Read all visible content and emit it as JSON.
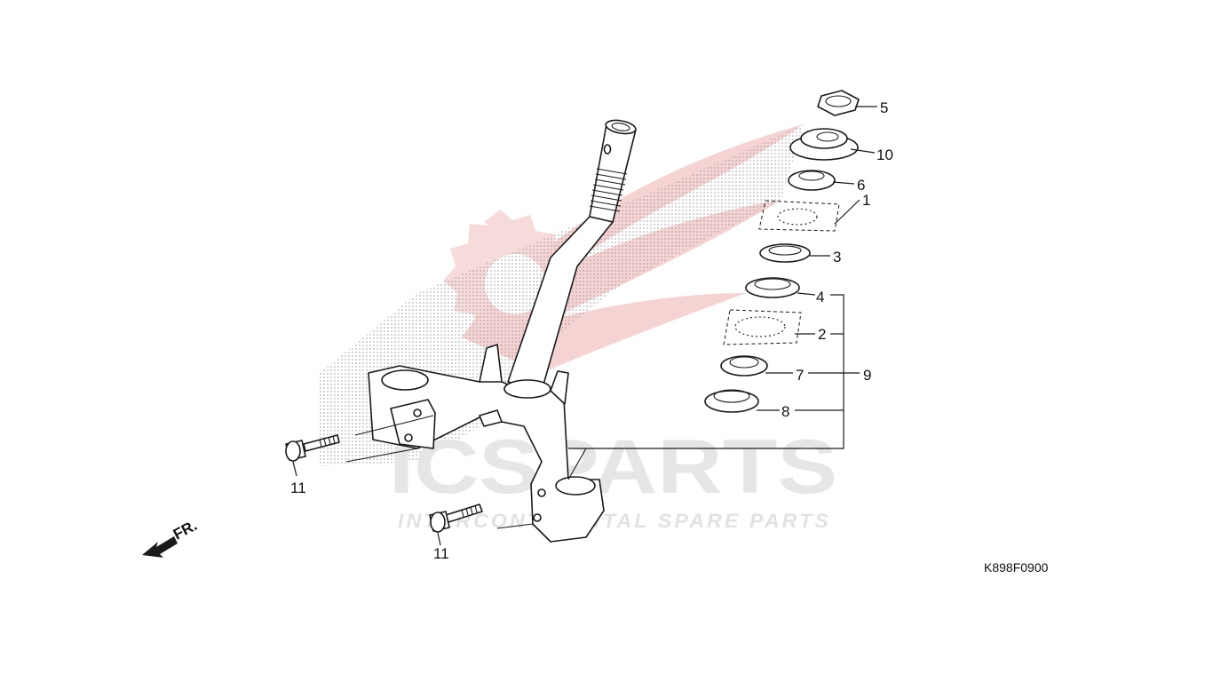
{
  "watermark": {
    "brand": "ICSPARTS",
    "tagline": "INTERCONTINENTAL SPARE PARTS"
  },
  "diagram_code": "K898F0900",
  "direction_label": "FR.",
  "callouts": [
    {
      "id": "5",
      "part": "nut"
    },
    {
      "id": "10",
      "part": "top-cone-race-nut"
    },
    {
      "id": "6",
      "part": "washer"
    },
    {
      "id": "1",
      "part": "upper-steel-balls"
    },
    {
      "id": "3",
      "part": "upper-race"
    },
    {
      "id": "4",
      "part": "top-ball-race"
    },
    {
      "id": "2",
      "part": "lower-steel-balls"
    },
    {
      "id": "7",
      "part": "bottom-ball-race"
    },
    {
      "id": "8",
      "part": "bottom-cone-race"
    },
    {
      "id": "9",
      "part": "steering-bearing-set"
    },
    {
      "id": "11",
      "part": "bolt-upper"
    },
    {
      "id": "11",
      "part": "bolt-lower"
    }
  ],
  "colors": {
    "ink": "#1a1a1a",
    "watermark_gray": "#e6e6e6",
    "watermark_red": "#f6d3d3",
    "background": "#ffffff"
  }
}
